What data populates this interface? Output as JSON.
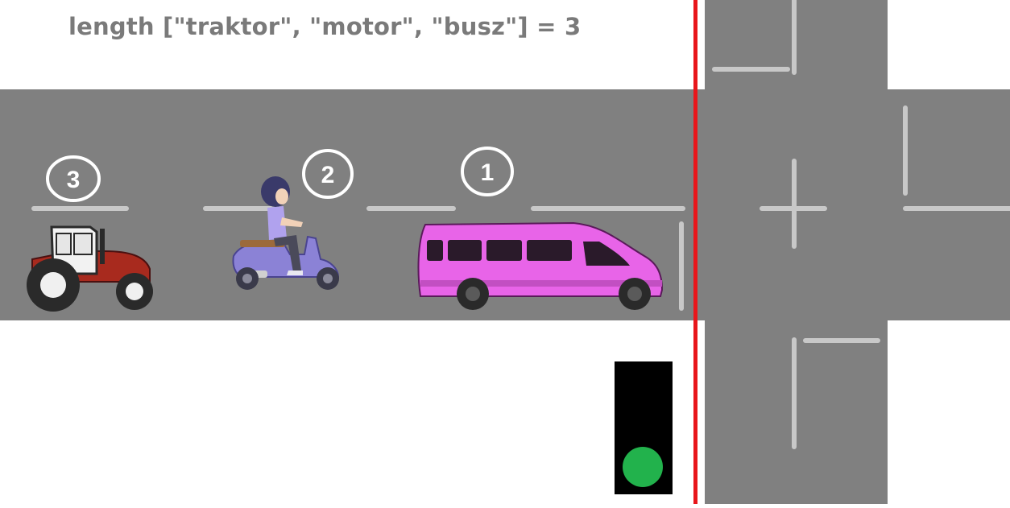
{
  "title": "length [\"traktor\", \"motor\", \"busz\"] = 3",
  "queue": [
    {
      "number": "1",
      "vehicle": "busz"
    },
    {
      "number": "2",
      "vehicle": "motor"
    },
    {
      "number": "3",
      "vehicle": "traktor"
    }
  ],
  "traffic_light": {
    "state": "green"
  },
  "colors": {
    "road": "#808080",
    "lane_marking": "#c8c8c8",
    "stop_line": "#e8161b",
    "light_green": "#22b24c",
    "bus": "#e864e8",
    "scooter": "#8b82d6",
    "tractor": "#a82a1e",
    "title_text": "#7a7a7a"
  }
}
